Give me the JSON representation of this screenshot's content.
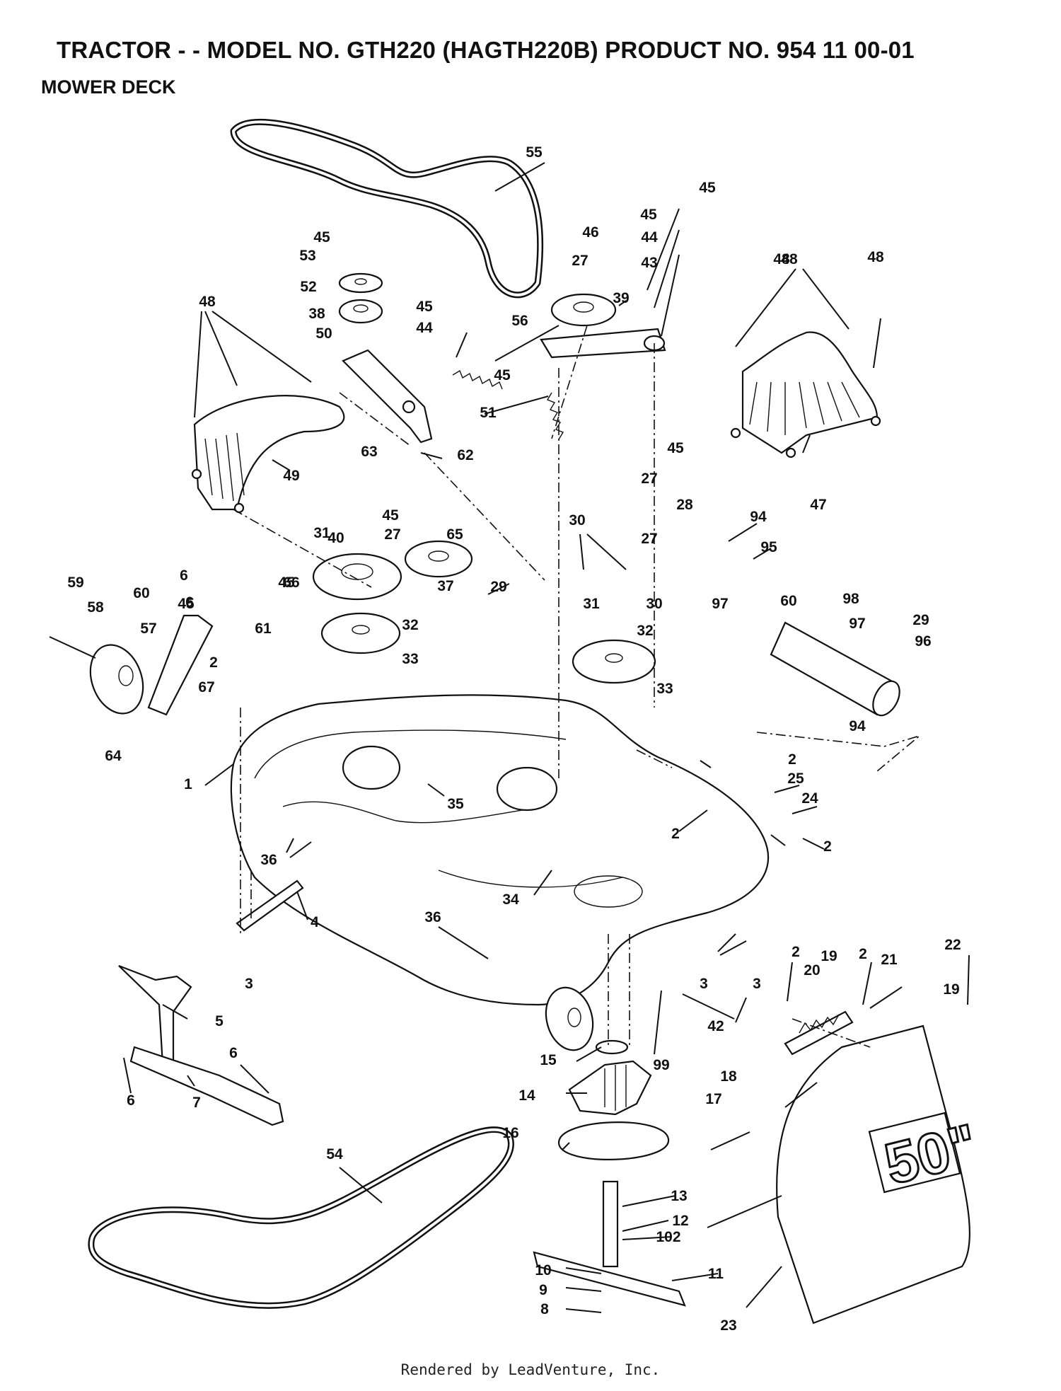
{
  "header": {
    "title": "TRACTOR - - MODEL NO. GTH220 (HAGTH220B) PRODUCT NO. 954 11 00-01",
    "subtitle": "MOWER DECK"
  },
  "footer": {
    "credit": "Rendered by LeadVenture, Inc."
  },
  "deck_badge": {
    "text": "50\""
  },
  "callouts": [
    "55",
    "45",
    "46",
    "27",
    "45",
    "44",
    "43",
    "45",
    "53",
    "52",
    "39",
    "38",
    "45",
    "44",
    "50",
    "56",
    "45",
    "51",
    "48",
    "48",
    "48",
    "48",
    "63",
    "62",
    "49",
    "47",
    "45",
    "27",
    "28",
    "27",
    "31",
    "45",
    "27",
    "65",
    "40",
    "30",
    "94",
    "95",
    "59",
    "60",
    "6",
    "45",
    "45",
    "66",
    "37",
    "29",
    "97",
    "60",
    "6",
    "57",
    "58",
    "61",
    "32",
    "31",
    "30",
    "98",
    "32",
    "29",
    "97",
    "96",
    "67",
    "2",
    "33",
    "33",
    "64",
    "1",
    "35",
    "94",
    "2",
    "25",
    "24",
    "2",
    "2",
    "36",
    "34",
    "4",
    "36",
    "3",
    "3",
    "3",
    "42",
    "2",
    "19",
    "2",
    "21",
    "22",
    "20",
    "19",
    "5",
    "99",
    "15",
    "6",
    "14",
    "18",
    "6",
    "7",
    "17",
    "54",
    "16",
    "13",
    "12",
    "102",
    "11",
    "10",
    "9",
    "8",
    "23"
  ]
}
